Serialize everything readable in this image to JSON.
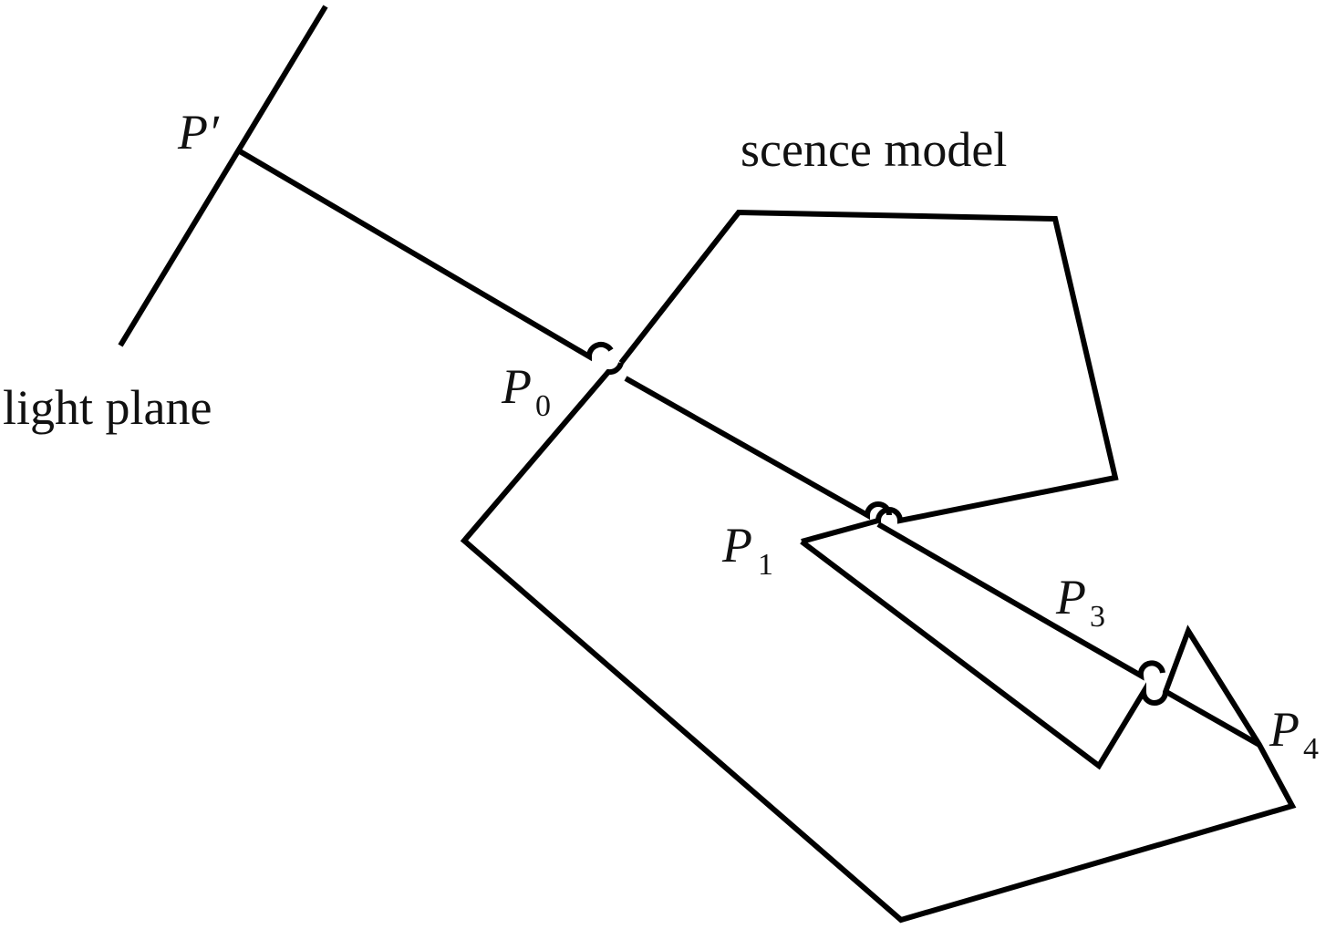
{
  "labels": {
    "light_plane": "light plane",
    "scene_model": "scence model",
    "p_prime": "P′",
    "p0_letter": "P",
    "p0_sub": "0",
    "p1_letter": "P",
    "p1_sub": "1",
    "p3_letter": "P",
    "p3_sub": "3",
    "p4_letter": "P",
    "p4_sub": "4"
  },
  "colors": {
    "stroke": "#000000",
    "background": "#ffffff"
  }
}
